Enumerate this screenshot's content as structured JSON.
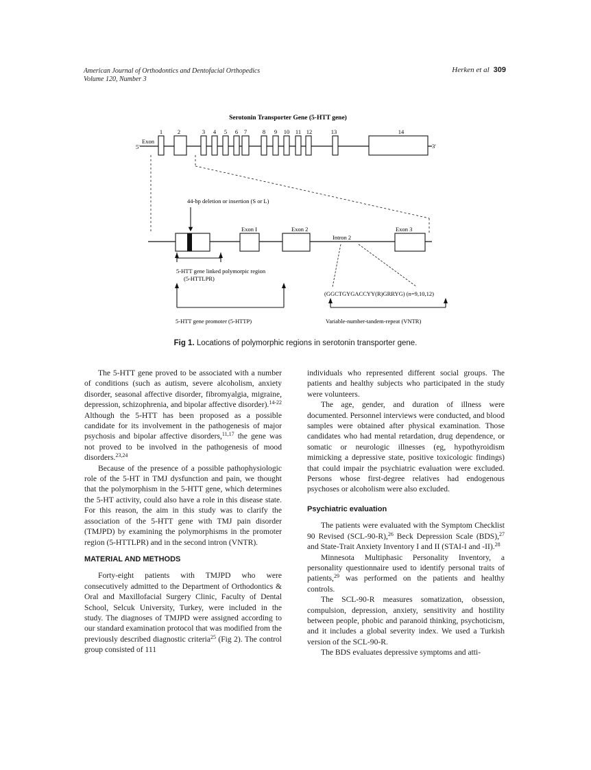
{
  "header": {
    "journal_line1": "American Journal of Orthodontics and Dentofacial Orthopedics",
    "journal_line2": "Volume 120, Number 3",
    "authors": "Herken et al",
    "page": "309"
  },
  "figure": {
    "title": "Serotonin Transporter Gene (5-HTT gene)",
    "exon_label": "Exon",
    "five_prime": "5'",
    "three_prime": "3'",
    "exon_numbers": [
      "1",
      "2",
      "3",
      "4",
      "5",
      "6",
      "7",
      "8",
      "9",
      "10",
      "11",
      "12",
      "13",
      "14"
    ],
    "deletion_label": "44-bp deletion or insertion (S or L)",
    "exon1_label": "Exon I",
    "exon2_label": "Exon 2",
    "intron2_label": "Intron 2",
    "exon3_label": "Exon 3",
    "polymorphic_line1": "5-HTT gene linked polymorpic region",
    "polymorphic_line2": "(5-HTTLPR)",
    "repeat_seq": "(GGCTGYGACCYY(R)GRRYG) (n=9,10,12)",
    "promoter_label": "5-HTT gene promoter (5-HTTP)",
    "vntr_label": "Variable-number-tandem-repeat (VNTR)",
    "caption_bold": "Fig 1.",
    "caption_text": " Locations of polymorphic regions in serotonin transporter gene."
  },
  "left_col": {
    "p1a": "The 5-HTT gene proved to be associated with a number of conditions (such as autism, severe alcoholism, anxiety disorder, seasonal affective disorder, fibromyalgia, migraine, depression, schizophrenia, and bipolar affective disorder).",
    "p1_sup1": "14-22",
    "p1b": " Although the 5-HTT has been proposed as a possible candidate for its involvement in the pathogenesis of major psychosis and bipolar affective disorders,",
    "p1_sup2": "11,17",
    "p1c": " the gene was not proved to be involved in the pathogenesis of mood disorders.",
    "p1_sup3": "23,24",
    "p2": "Because of the presence of a possible pathophysiologic role of the 5-HT in TMJ dysfunction and pain, we thought that the polymorphism in the 5-HTT gene, which determines the 5-HT activity, could also have a role in this disease state. For this reason, the aim in this study was to clarify the association of the 5-HTT gene with TMJ pain disorder (TMJPD) by examining the polymorphisms in the promoter region (5-HTTLPR) and in the second intron (VNTR).",
    "h_methods": "MATERIAL AND METHODS",
    "p3a": "Forty-eight patients with TMJPD who were consecutively admitted to the Department of Orthodontics & Oral and Maxillofacial Surgery Clinic, Faculty of Dental School, Selcuk University, Turkey, were included in the study. The diagnoses of TMJPD were assigned according to our standard examination protocol that was modified from the previously described diagnostic criteria",
    "p3_sup": "25",
    "p3b": " (Fig 2). The control group consisted of 111"
  },
  "right_col": {
    "p1": "individuals who represented different social groups. The patients and healthy subjects who participated in the study were volunteers.",
    "p2": "The age, gender, and duration of illness were documented. Personnel interviews were conducted, and blood samples were obtained after physical examination. Those candidates who had mental retardation, drug dependence, or somatic or neurologic illnesses (eg, hypothyroidism mimicking a depressive state, positive toxicologic findings) that could impair the psychiatric evaluation were excluded. Persons whose first-degree relatives had endogenous psychoses or alcoholism were also excluded.",
    "h_psych": "Psychiatric evaluation",
    "p3a": "The patients were evaluated with the Symptom Checklist 90 Revised (SCL-90-R),",
    "p3_sup1": "26",
    "p3b": " Beck Depression Scale (BDS),",
    "p3_sup2": "27",
    "p3c": " and State-Trait Anxiety Inventory I and II (STAI-I and -II).",
    "p3_sup3": "28",
    "p4a": "Minnesota Multiphasic Personality Inventory, a personality questionnaire used to identify personal traits of patients,",
    "p4_sup": "29",
    "p4b": " was performed on the patients and healthy controls.",
    "p5": "The SCL-90-R measures somatization, obsession, compulsion, depression, anxiety, sensitivity and hostility between people, phobic and paranoid thinking, psychoticism, and it includes a global severity index. We used a Turkish version of the SCL-90-R.",
    "p6": "The BDS evaluates depressive symptoms and atti-"
  }
}
